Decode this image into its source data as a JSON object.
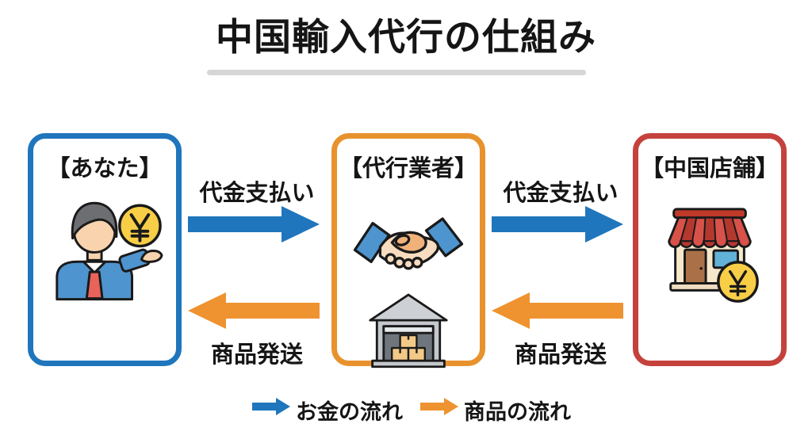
{
  "title": {
    "text": "中国輸入代行の仕組み"
  },
  "entities": [
    {
      "id": "you",
      "label": "【あなた】",
      "border_color": "#1F76BC",
      "icon": "person-with-yen-coin"
    },
    {
      "id": "agency",
      "label": "【代行業者】",
      "border_color": "#E8922E",
      "icons": [
        "handshake",
        "warehouse-with-boxes"
      ]
    },
    {
      "id": "china-store",
      "label": "【中国店舗】",
      "border_color": "#C5423C",
      "icon": "storefront-with-yen-coin"
    }
  ],
  "flows": {
    "payment_label": "代金支払い",
    "shipping_label": "商品発送",
    "money_color": "#1F76BC",
    "goods_color": "#EE9330",
    "money_direction": "left-to-right",
    "goods_direction": "right-to-left"
  },
  "legend": {
    "money": {
      "label": "お金の流れ",
      "color": "#1F76BC"
    },
    "goods": {
      "label": "商品の流れ",
      "color": "#EE9330"
    }
  }
}
